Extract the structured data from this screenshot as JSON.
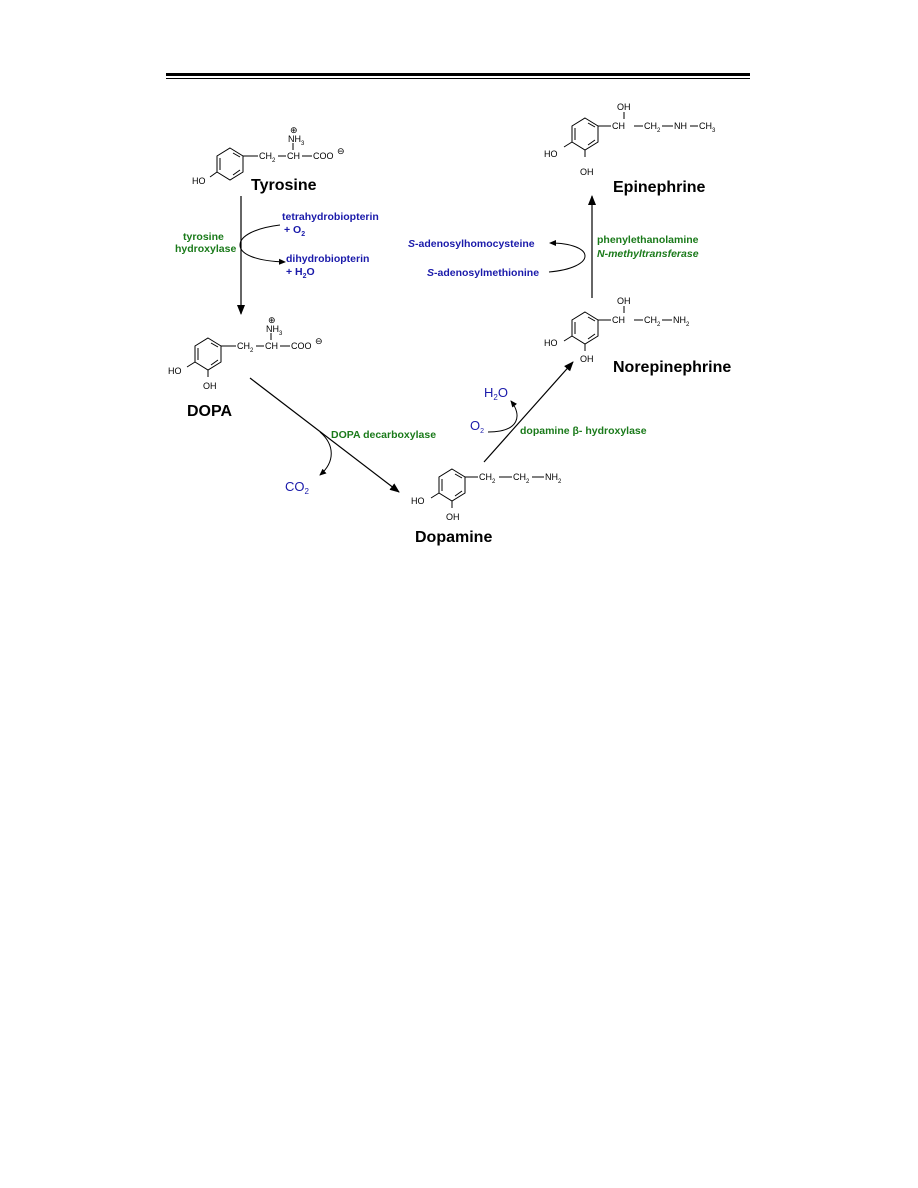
{
  "compounds": {
    "tyrosine": "Tyrosine",
    "dopa": "DOPA",
    "dopamine": "Dopamine",
    "norepinephrine": "Norepinephrine",
    "epinephrine": "Epinephrine"
  },
  "enzymes": {
    "tyrosine_hydroxylase_1": "tyrosine",
    "tyrosine_hydroxylase_2": "hydroxylase",
    "dopa_decarboxylase": "DOPA decarboxylase",
    "dopamine_b_hydroxylase": "dopamine β- hydroxylase",
    "pnmt_1": "phenylethanolamine",
    "pnmt_2": "N-methyltransferase"
  },
  "cofactors": {
    "thb": "tetrahydrobiopterin",
    "thb_o2": "+ O",
    "dhb": "dihydrobiopterin",
    "dhb_h2o": "+ H",
    "dhb_h2o_tail": "O",
    "sah": "-adenosylhomocysteine",
    "sam": "-adenosylmethionine",
    "s_italic": "S",
    "co2": "CO",
    "h2o": "H",
    "h2o_tail": "O",
    "o2": "O",
    "sub2": "2"
  },
  "atoms": {
    "ho": "HO",
    "oh": "OH",
    "nh3": "NH",
    "sub3": "3",
    "plus": "⊕",
    "minus": "⊖",
    "ch2": "CH",
    "ch": "CH",
    "coo": "COO",
    "nh2": "NH",
    "nh_ch3": "NH",
    "ch3": "CH"
  }
}
